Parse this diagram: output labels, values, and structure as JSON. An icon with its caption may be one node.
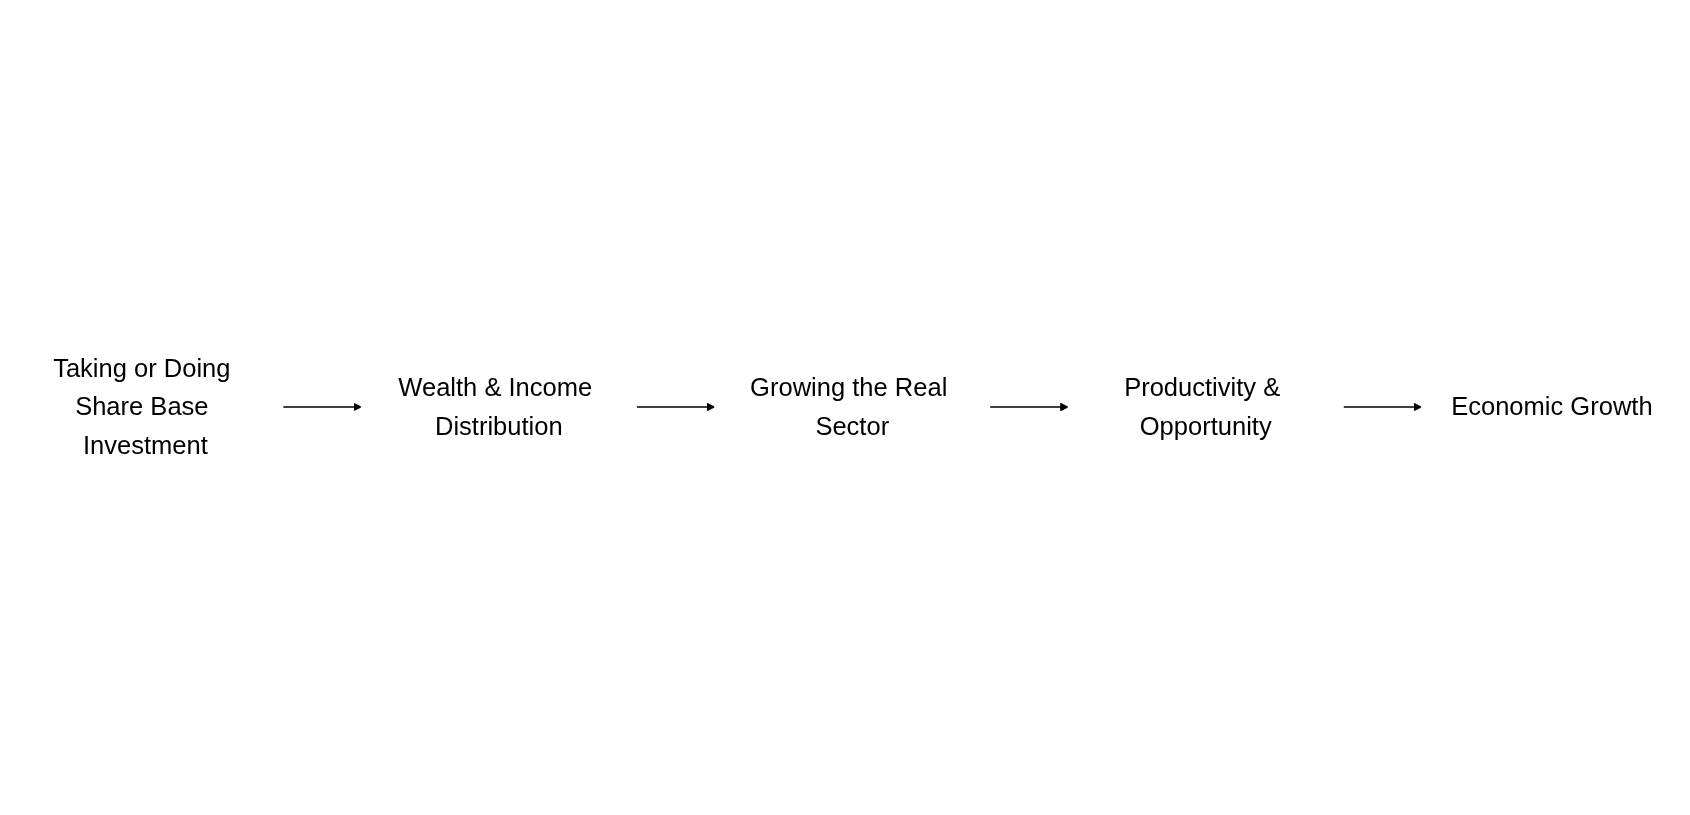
{
  "diagram": {
    "nodes": [
      {
        "text": [
          "Taking or Doing Share Base Investment"
        ]
      },
      {
        "text": [
          "Wealth & Income Distribution"
        ]
      },
      {
        "text": [
          "Growing the Real Sector"
        ]
      },
      {
        "text": [
          "Productivity & Opportunity"
        ]
      },
      {
        "text": [
          "Economic Growth"
        ]
      }
    ],
    "edges": [
      {
        "from": 0,
        "to": 1,
        "arrow": "to"
      },
      {
        "from": 1,
        "to": 2,
        "arrow": "to"
      },
      {
        "from": 2,
        "to": 3,
        "arrow": "to"
      },
      {
        "from": 3,
        "to": 4,
        "arrow": "to"
      }
    ]
  }
}
